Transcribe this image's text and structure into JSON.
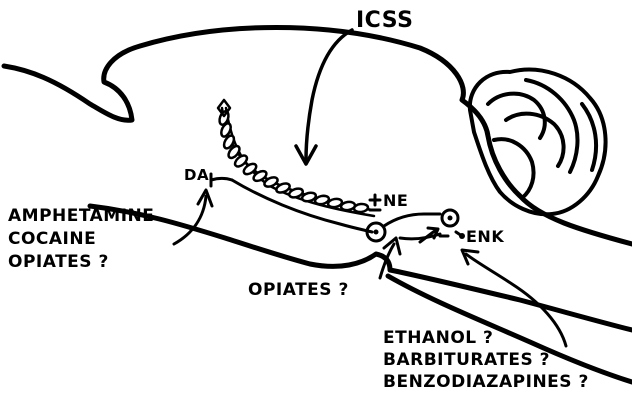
{
  "labels": {
    "icss": "ICSS",
    "da": "DA",
    "ne": "NE",
    "enk": "ENK",
    "opiates": "OPIATES ?",
    "group_left": [
      "AMPHETAMINE",
      "COCAINE",
      "OPIATES ?"
    ],
    "group_bottom": [
      "ETHANOL ?",
      "BARBITURATES ?",
      "BENZODIAZAPINES ?"
    ]
  },
  "colors": {
    "ink": "#000000",
    "background": "#ffffff"
  }
}
